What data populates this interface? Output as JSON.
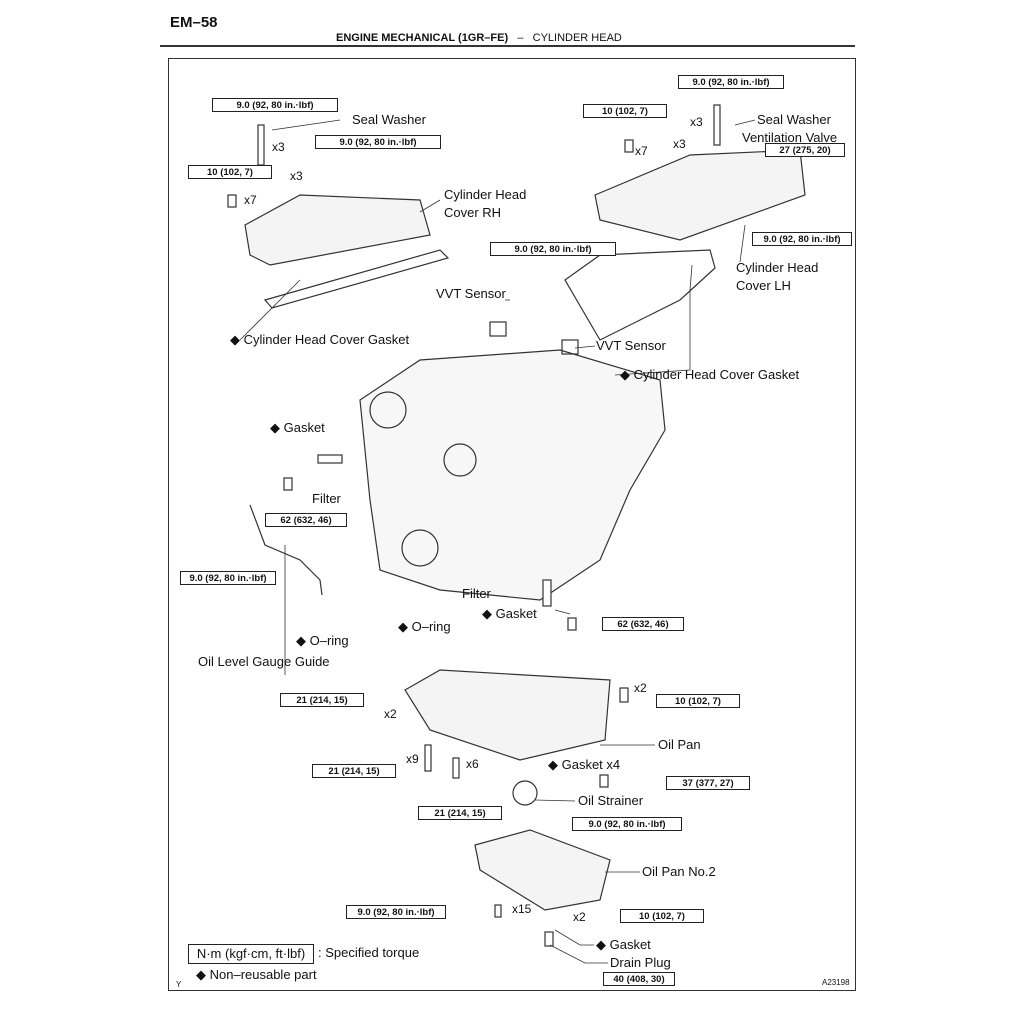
{
  "header": {
    "page_number": "EM–58",
    "section": "ENGINE MECHANICAL (1GR–FE)",
    "separator": "–",
    "subsection": "CYLINDER HEAD"
  },
  "torques": [
    "9.0 (92, 80 in.·lbf)",
    "9.0 (92, 80 in.·lbf)",
    "10 (102, 7)",
    "9.0 (92, 80 in.·lbf)",
    "10 (102, 7)",
    "27 (275, 20)",
    "9.0 (92, 80 in.·lbf)",
    "9.0 (92, 80 in.·lbf)",
    "62 (632, 46)",
    "9.0 (92, 80 in.·lbf)",
    "62 (632, 46)",
    "21 (214, 15)",
    "10 (102, 7)",
    "21 (214, 15)",
    "37 (377, 27)",
    "21 (214, 15)",
    "9.0 (92, 80 in.·lbf)",
    "9.0 (92, 80 in.·lbf)",
    "10 (102, 7)",
    "40 (408, 30)"
  ],
  "labels": [
    "Seal Washer",
    "Cylinder Head",
    "Cover RH",
    "Seal Washer",
    "Ventilation Valve",
    "Cylinder Head",
    "Cover LH",
    "VVT Sensor",
    "VVT Sensor",
    "◆ Cylinder Head Cover Gasket",
    "◆ Cylinder Head Cover Gasket",
    "◆ Gasket",
    "Filter",
    "Filter",
    "◆ Gasket",
    "◆ O–ring",
    "Oil Level Gauge Guide",
    "◆ O–ring",
    "Oil Pan",
    "◆ Gasket x4",
    "Oil Strainer",
    "Oil Pan No.2",
    "◆ Gasket",
    "Drain Plug"
  ],
  "quantities": [
    "x3",
    "x3",
    "x7",
    "x3",
    "x3",
    "x7",
    "x2",
    "x2",
    "x9",
    "x6",
    "x15",
    "x2"
  ],
  "legend": {
    "torque_box": "N·m (kgf·cm, ft·lbf)",
    "torque_text": ": Specified torque",
    "non_reusable": "◆ Non–reusable part"
  },
  "footer": {
    "mark": "Y",
    "figure_id": "A23198"
  }
}
